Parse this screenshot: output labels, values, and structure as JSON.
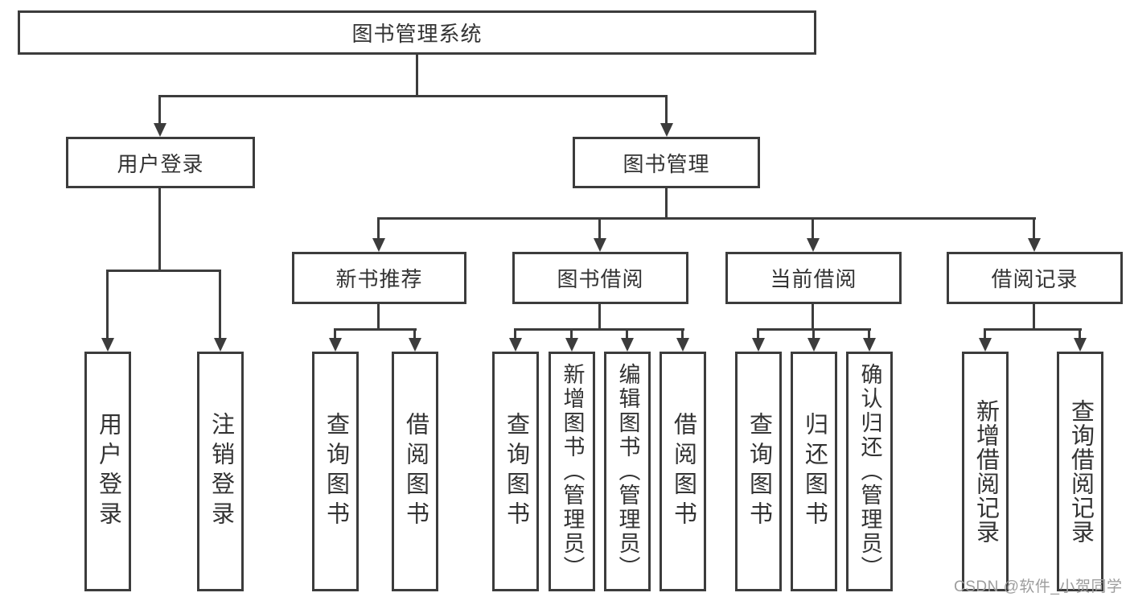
{
  "diagram": {
    "root": {
      "label": "图书管理系统"
    },
    "branches": {
      "user_login": {
        "label": "用户登录",
        "children": {
          "login": "用户登录",
          "logout": "注销登录"
        }
      },
      "book_management": {
        "label": "图书管理",
        "sections": {
          "new_book_recommend": {
            "label": "新书推荐",
            "children": {
              "query_books": "查询图书",
              "borrow_books": "借阅图书"
            }
          },
          "book_borrow": {
            "label": "图书借阅",
            "children": {
              "query_books": "查询图书",
              "add_books": "新增图书（管理员）",
              "edit_books": "编辑图书（管理员）",
              "borrow_books": "借阅图书"
            }
          },
          "current_borrow": {
            "label": "当前借阅",
            "children": {
              "query_books": "查询图书",
              "return_books": "归还图书",
              "confirm_return": "确认归还（管理员）"
            }
          },
          "borrow_records": {
            "label": "借阅记录",
            "children": {
              "add_record": "新增借阅记录",
              "query_record": "查询借阅记录"
            }
          }
        }
      }
    }
  },
  "watermark": {
    "text": "CSDN @软件_小贺同学"
  },
  "colors": {
    "line": "#3c3c3c",
    "text": "#333333",
    "watermark": "#9d9d9d",
    "background": "#ffffff"
  }
}
